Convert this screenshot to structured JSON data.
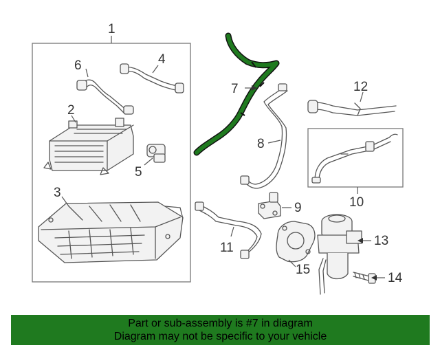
{
  "callouts": {
    "c1": "1",
    "c2": "2",
    "c3": "3",
    "c4": "4",
    "c5": "5",
    "c6": "6",
    "c7": "7",
    "c8": "8",
    "c9": "9",
    "c10": "10",
    "c11": "11",
    "c12": "12",
    "c13": "13",
    "c14": "14",
    "c15": "15"
  },
  "highlight_color": "#1f7a1f",
  "banner": {
    "line1": "Part or sub-assembly is #7 in diagram",
    "line2": "Diagram may not be specific to your vehicle"
  }
}
